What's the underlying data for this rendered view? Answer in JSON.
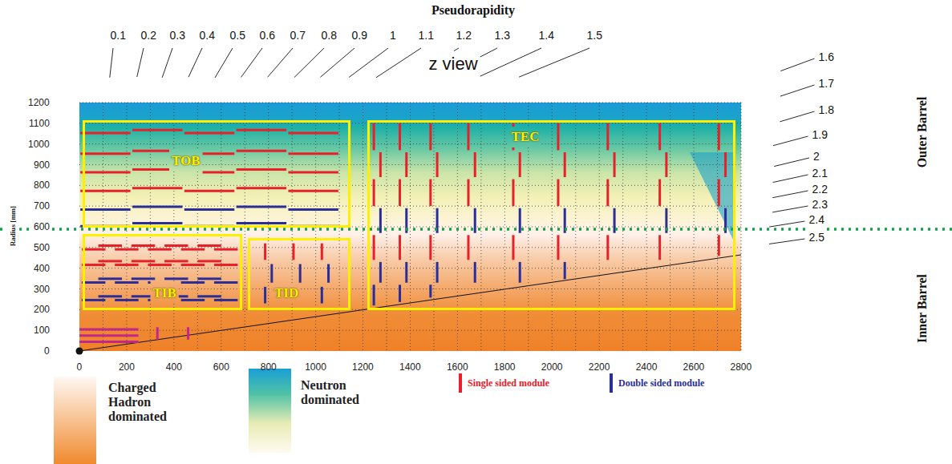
{
  "diagram": {
    "nodes": [
      {
        "text": [
          "TOB"
        ]
      },
      {
        "text": [
          "TIB"
        ]
      },
      {
        "text": [
          "TID"
        ]
      },
      {
        "text": [
          "TEC"
        ]
      }
    ],
    "labels": [
      "Pseudorapidity",
      "0.1",
      "0.2",
      "0.3",
      "0.4",
      "0.5",
      "0.6",
      "0.7",
      "0.8",
      "0.9",
      "1",
      "1.1",
      "1.2",
      "1.3",
      "1.4",
      "1.5",
      "1.6",
      "1.7",
      "1.8",
      "1.9",
      "2",
      "2.1",
      "2.2",
      "2.3",
      "2.4",
      "2.5",
      "z view",
      "0",
      "100",
      "200",
      "300",
      "400",
      "500",
      "600",
      "700",
      "800",
      "900",
      "1000",
      "1100",
      "1200",
      "0",
      "200",
      "400",
      "600",
      "800",
      "1000",
      "1200",
      "1400",
      "1600",
      "1800",
      "2000",
      "2200",
      "2400",
      "2600",
      "2800",
      "Radius [mm]",
      "Outer Barrel",
      "Inner Barrel"
    ],
    "legend": [
      {
        "text": "Charged Hadron dominated",
        "color": "#f08a2e"
      },
      {
        "text": "Neutron dominated",
        "color": "#1a9fd6"
      },
      {
        "text": "Single sided module"
      },
      {
        "text": "Double sided module"
      }
    ]
  }
}
